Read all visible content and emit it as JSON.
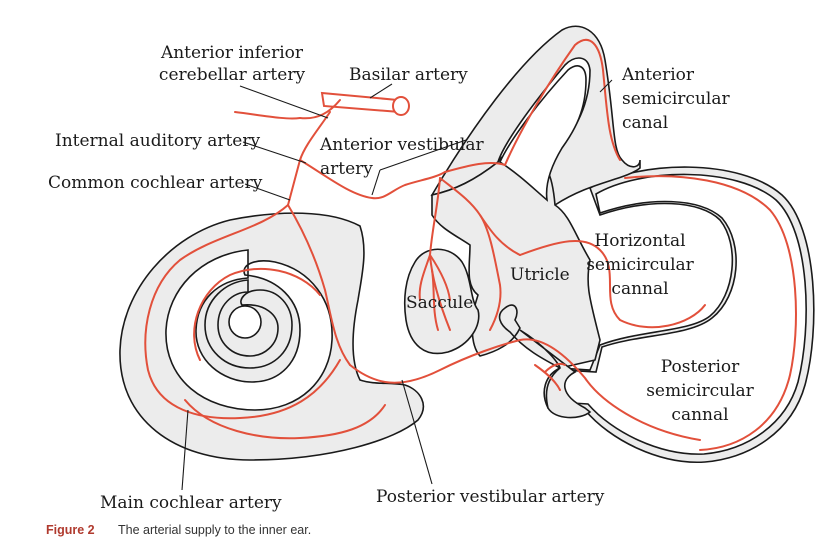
{
  "labels": {
    "aica_line1": "Anterior inferior",
    "aica_line2": "cerebellar artery",
    "basilar": "Basilar artery",
    "internal_auditory": "Internal auditory artery",
    "ant_vestibular_line1": "Anterior vestibular",
    "ant_vestibular_line2": "artery",
    "common_cochlear": "Common cochlear artery",
    "anterior_line1": "Anterior",
    "anterior_line2": "semicircular",
    "anterior_line3": "canal",
    "horizontal_line1": "Horizontal",
    "horizontal_line2": "semicircular",
    "horizontal_line3": "cannal",
    "utricle": "Utricle",
    "saccule": "Saccule",
    "posterior_line1": "Posterior",
    "posterior_line2": "semicircular",
    "posterior_line3": "cannal",
    "main_cochlear": "Main cochlear artery",
    "post_vestibular": "Posterior vestibular artery"
  },
  "caption": {
    "figure_label": "Figure 2",
    "text": "The arterial supply to the inner ear."
  },
  "colors": {
    "artery": "#e2503b",
    "tissue": "#ececec",
    "outline": "#1a1a1a",
    "caption_label": "#b03a2e"
  }
}
